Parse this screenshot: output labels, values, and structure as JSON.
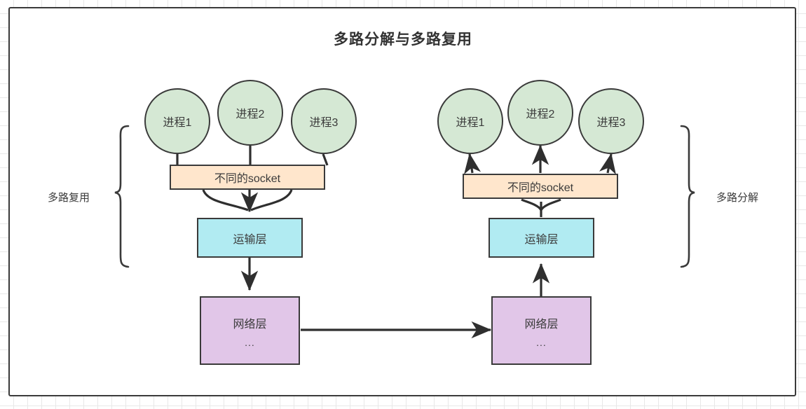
{
  "diagram": {
    "title": "多路分解与多路复用",
    "background": "#ffffff",
    "frame_border_color": "#3a3a3a",
    "text_color": "#3b3b3b",
    "colors": {
      "process_circle": "#d5e8d4",
      "socket_box": "#ffe6cc",
      "transport_box": "#b1ebf2",
      "network_box": "#e1c6e8",
      "stroke": "#3a3a3a",
      "grid": "#e8e8e8"
    },
    "left_group": {
      "brace_label": "多路复用",
      "direction": "down",
      "processes": [
        {
          "label": "进程1"
        },
        {
          "label": "进程2"
        },
        {
          "label": "进程3"
        }
      ],
      "socket": {
        "label": "不同的socket"
      },
      "transport": {
        "label": "运输层"
      },
      "network": {
        "label": "网络层",
        "sub": "..."
      }
    },
    "right_group": {
      "brace_label": "多路分解",
      "direction": "up",
      "processes": [
        {
          "label": "进程1"
        },
        {
          "label": "进程2"
        },
        {
          "label": "进程3"
        }
      ],
      "socket": {
        "label": "不同的socket"
      },
      "transport": {
        "label": "运输层"
      },
      "network": {
        "label": "网络层",
        "sub": "..."
      }
    }
  }
}
